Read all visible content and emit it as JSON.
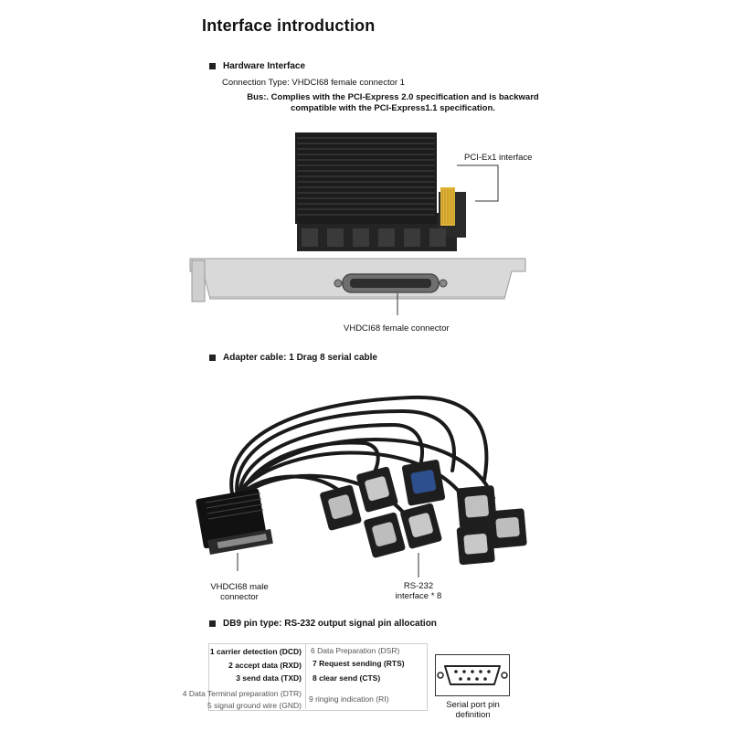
{
  "title": "Interface introduction",
  "hardware": {
    "heading": "Hardware Interface",
    "connection_type": "Connection Type: VHDCI68 female connector 1",
    "bus_line1": "Bus:. Complies with the PCI-Express 2.0 specification and is backward",
    "bus_line2": "compatible with the PCI-Express1.1 specification.",
    "pcie_label": "PCI-Ex1 interface",
    "vhdci_female_label": "VHDCI68 female connector"
  },
  "cable": {
    "heading": "Adapter cable: 1 Drag 8 serial cable",
    "male_label_line1": "VHDCI68 male",
    "male_label_line2": "connector",
    "rs232_line1": "RS-232",
    "rs232_line2": "interface * 8"
  },
  "db9": {
    "heading": "DB9 pin type: RS-232 output signal pin allocation",
    "pins_left": [
      "1 carrier detection (DCD)",
      "2 accept data (RXD)",
      "3 send data (TXD)",
      "4 Data Terminal preparation (DTR)",
      "5 signal ground wire (GND)"
    ],
    "pins_right": [
      "6 Data Preparation (DSR)",
      "7 Request sending (RTS)",
      "8 clear send (CTS)",
      "9 ringing indication (RI)"
    ],
    "port_label_line1": "Serial port pin",
    "port_label_line2": "definition"
  },
  "colors": {
    "heatsink": "#1c1c1c",
    "bracket": "#d8d8d8",
    "pcb": "#222222",
    "gold_finger": "#e0b437",
    "connector_blue": "#2d4f8e"
  }
}
